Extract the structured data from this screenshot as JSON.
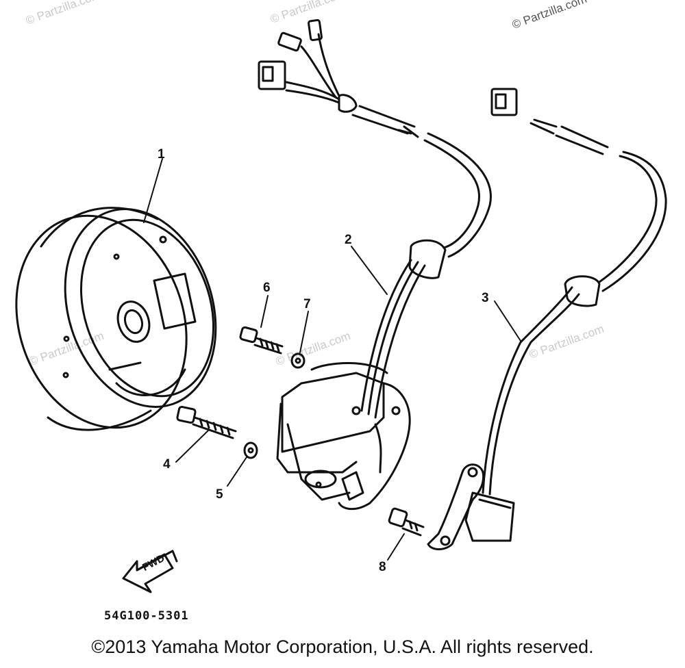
{
  "watermarks": [
    "© Partzilla.com",
    "© Partzilla.com",
    "© Partzilla.com",
    "© Partzilla.com",
    "© Partzilla.com",
    "© Partzilla.com"
  ],
  "callouts": [
    "1",
    "2",
    "3",
    "4",
    "5",
    "6",
    "7",
    "8"
  ],
  "direction_label": "FWD",
  "part_code": "54G100-5301",
  "copyright": "©2013 Yamaha Motor Corporation, U.S.A. All rights reserved."
}
